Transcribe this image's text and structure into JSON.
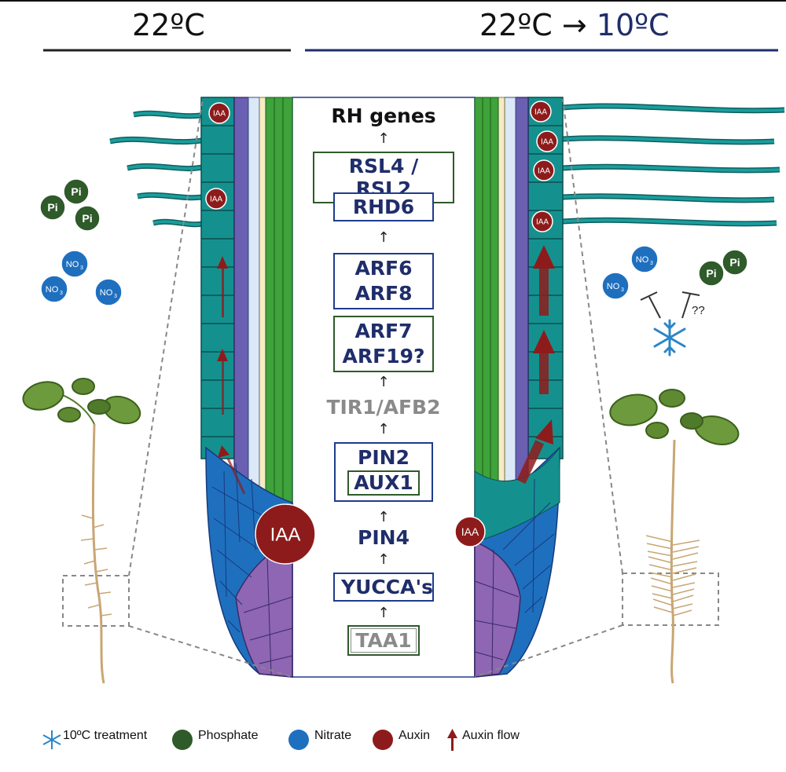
{
  "header": {
    "left": "22ºC",
    "right_prefix": "22ºC → ",
    "right_suffix": "10ºC"
  },
  "pathway": {
    "rh_genes": "RH genes",
    "rsl": "RSL4 / RSL2",
    "rhd6": "RHD6",
    "arf6": "ARF6",
    "arf8": "ARF8",
    "arf7": "ARF7",
    "arf19": "ARF19?",
    "tir1": "TIR1/AFB2",
    "pin2": "PIN2",
    "aux1": "AUX1",
    "pin4": "PIN4",
    "yucca": "YUCCA's",
    "taa1": "TAA1"
  },
  "labels": {
    "iaa": "IAA",
    "pi": "Pi",
    "no3": "NO",
    "no3_sub": "3",
    "unknown": "??"
  },
  "legend": {
    "cold": "10ºC treatment",
    "phosphate": "Phosphate",
    "nitrate": "Nitrate",
    "auxin": "Auxin",
    "flow": "Auxin flow"
  },
  "colors": {
    "teal": "#138b8b",
    "blue": "#1f6fbf",
    "purple": "#8e66b3",
    "green_dark": "#2f5a2a",
    "auxin_red": "#8e1b1b",
    "navy": "#1f2d6a",
    "cold_blue": "#2a86c8"
  }
}
